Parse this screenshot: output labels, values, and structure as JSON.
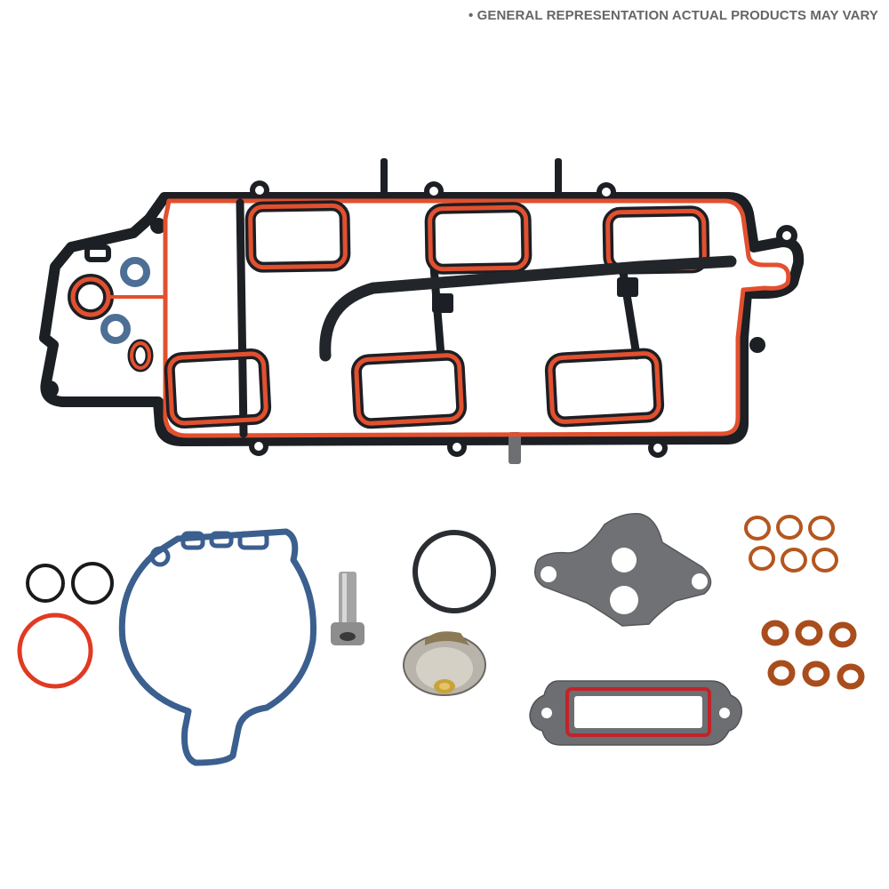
{
  "caption": {
    "text": "• GENERAL REPRESENTATION ACTUAL PRODUCTS MAY VARY",
    "color": "#666666"
  },
  "image": {
    "subject": "intake manifold gasket kit",
    "background": "#ffffff",
    "components": [
      {
        "name": "intake-manifold-gasket",
        "colors": [
          "#1c1f24",
          "#e2502f"
        ],
        "ports": 6
      },
      {
        "name": "pcv-hose",
        "color": "#22252a"
      },
      {
        "name": "black-o-ring",
        "count": 2,
        "color": "#1a1a1a"
      },
      {
        "name": "red-o-ring",
        "count": 1,
        "color": "#e03a22"
      },
      {
        "name": "blue-water-pump-gasket",
        "count": 1,
        "color": "#3b5f8e"
      },
      {
        "name": "metal-sleeve-bolt",
        "count": 1,
        "color": "#9a9a9a"
      },
      {
        "name": "thermostat-seal-ring",
        "count": 1,
        "color": "#2a2d31"
      },
      {
        "name": "thermostat",
        "count": 1,
        "color": "#b8b4ac"
      },
      {
        "name": "egr-gasket",
        "count": 1,
        "color": "#6f7174"
      },
      {
        "name": "thermostat-housing-gasket",
        "count": 1,
        "colors": [
          "#6c6e71",
          "#c0242a"
        ]
      },
      {
        "name": "copper-o-ring-small",
        "count": 6,
        "color": "#b5561e"
      },
      {
        "name": "copper-washer-seal",
        "count": 6,
        "color": "#a94d1c"
      }
    ]
  }
}
